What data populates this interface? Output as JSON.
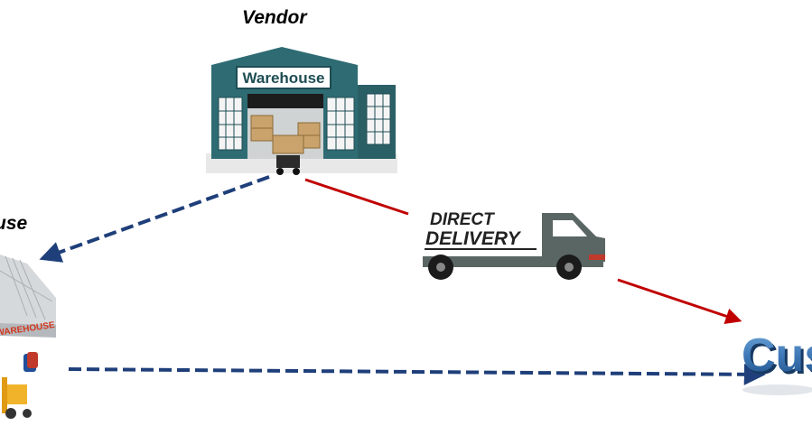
{
  "labels": {
    "vendor": "Vendor",
    "left_warehouse_partial": "use",
    "vendor_sign": "Warehouse",
    "truck_line1": "DIRECT",
    "truck_line2": "DELIVERY",
    "small_sign": "WAREHOUSE",
    "customer_partial": "Custo"
  },
  "colors": {
    "dashed_arrow": "#1f3f7a",
    "direct_arrow": "#c00000",
    "warehouse_teal": "#2e6b73",
    "truck_body": "#5a6663"
  },
  "icons": {
    "vendor": "warehouse-building-icon",
    "left": "warehouse-shed-icon",
    "truck": "delivery-truck-icon",
    "customer": "customer-3d-text-icon"
  }
}
